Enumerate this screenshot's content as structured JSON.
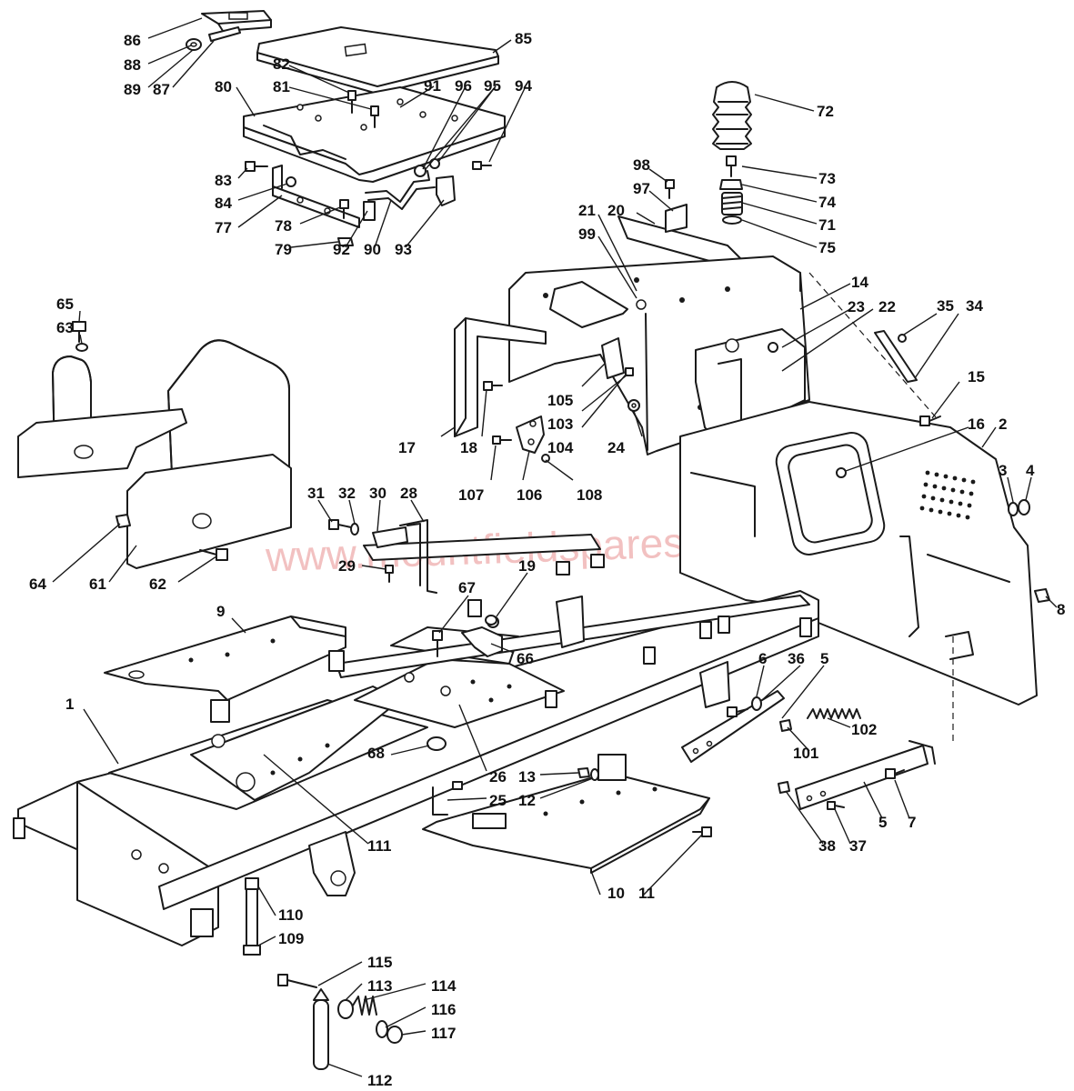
{
  "watermark": "www.mountfieldspares.direct",
  "labels": {
    "l1": "1",
    "l2": "2",
    "l3": "3",
    "l4": "4",
    "l5a": "5",
    "l5b": "5",
    "l6": "6",
    "l7": "7",
    "l8": "8",
    "l9": "9",
    "l10": "10",
    "l11": "11",
    "l12": "12",
    "l13": "13",
    "l14": "14",
    "l15": "15",
    "l16": "16",
    "l17": "17",
    "l18": "18",
    "l19": "19",
    "l20": "20",
    "l21": "21",
    "l22": "22",
    "l23": "23",
    "l24": "24",
    "l25": "25",
    "l26": "26",
    "l28": "28",
    "l29": "29",
    "l30": "30",
    "l31": "31",
    "l32": "32",
    "l34": "34",
    "l35": "35",
    "l36": "36",
    "l37": "37",
    "l38": "38",
    "l61": "61",
    "l62": "62",
    "l63": "63",
    "l64": "64",
    "l65": "65",
    "l66": "66",
    "l67": "67",
    "l68": "68",
    "l71": "71",
    "l72": "72",
    "l73": "73",
    "l74": "74",
    "l75": "75",
    "l77": "77",
    "l78": "78",
    "l79": "79",
    "l80": "80",
    "l81": "81",
    "l82": "82",
    "l83": "83",
    "l84": "84",
    "l85": "85",
    "l86": "86",
    "l87": "87",
    "l88": "88",
    "l89": "89",
    "l90": "90",
    "l91": "91",
    "l92": "92",
    "l93": "93",
    "l94": "94",
    "l95": "95",
    "l96": "96",
    "l97": "97",
    "l98": "98",
    "l99": "99",
    "l101": "101",
    "l102": "102",
    "l103": "103",
    "l104": "104",
    "l105": "105",
    "l106": "106",
    "l107": "107",
    "l108": "108",
    "l109": "109",
    "l110": "110",
    "l111": "111",
    "l112": "112",
    "l113": "113",
    "l114": "114",
    "l115": "115",
    "l116": "116",
    "l117": "117"
  }
}
